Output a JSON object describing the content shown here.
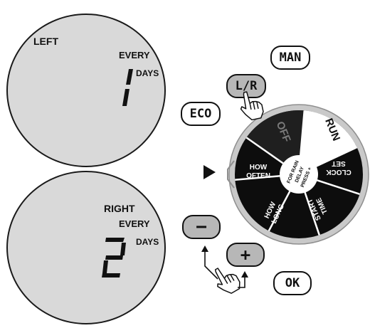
{
  "left_display": {
    "side_label": "LEFT",
    "every_label": "EVERY",
    "days_label": "DAYS",
    "days_value": "1"
  },
  "right_display": {
    "side_label": "RIGHT",
    "every_label": "EVERY",
    "days_label": "DAYS",
    "days_value": "2"
  },
  "buttons": {
    "man": "MAN",
    "lr": "L/R",
    "eco": "ECO",
    "minus": "−",
    "plus": "+",
    "ok": "OK"
  },
  "dial": {
    "segments": {
      "run": "RUN",
      "off": "OFF",
      "set_clock_1": "CLOCK",
      "set_clock_2": "SET",
      "start_time_1": "START",
      "start_time_2": "TIME",
      "how_long_1": "HOW",
      "how_long_2": "LONG",
      "how_often_1": "HOW",
      "how_often_2": "OFTEN"
    },
    "center_1": "FOR RAIN",
    "center_2": "DELAY",
    "center_3": "PRESS +"
  },
  "colors": {
    "lcd_fill": "#d9d9d9",
    "dial_black": "#0d0d0d",
    "dial_off": "#1f1f1f",
    "dial_rim": "#c9c9c9",
    "button_grey": "#b7b7b7"
  },
  "icons": [
    "pointer-hand-icon",
    "play-pointer-icon",
    "arrow-up-icon"
  ]
}
